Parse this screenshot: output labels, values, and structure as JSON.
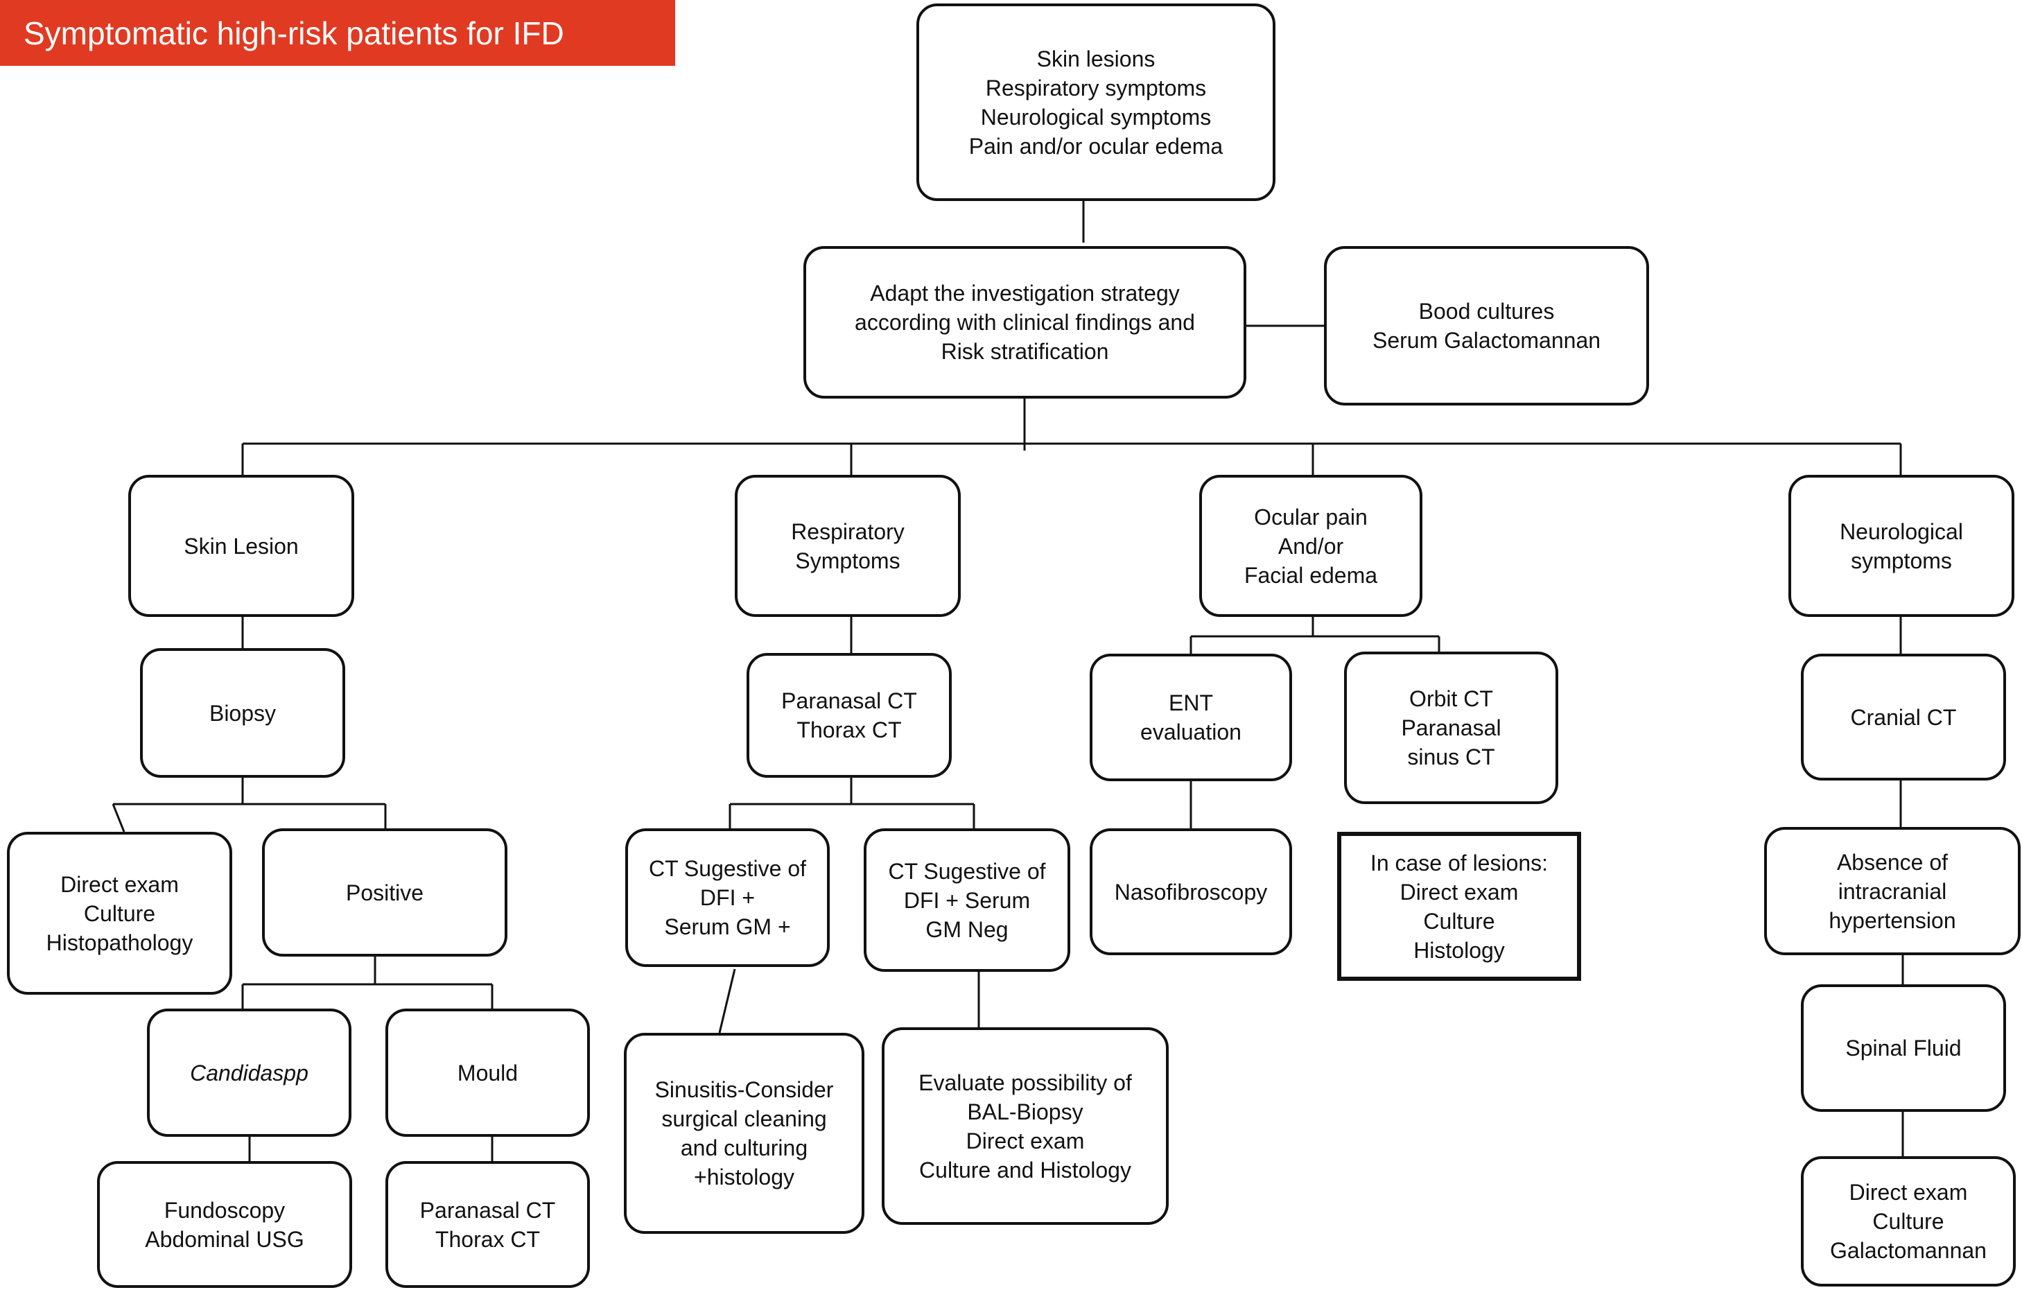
{
  "banner": {
    "title": "Symptomatic high-risk patients for IFD",
    "color": "#e03a22"
  },
  "nodes": {
    "symptoms": "Skin lesions\nRespiratory symptoms\nNeurological symptoms\nPain and/or ocular edema",
    "adapt": "Adapt the investigation strategy\naccording with clinical findings and\nRisk stratification",
    "blood": "Bood cultures\nSerum Galactomannan",
    "skin_lesion": "Skin Lesion",
    "respiratory": "Respiratory\nSymptoms",
    "ocular": "Ocular pain\nAnd/or\nFacial edema",
    "neuro": "Neurological\nsymptoms",
    "biopsy": "Biopsy",
    "direct_exam_skin": "Direct exam\nCulture\nHistopathology",
    "positive": "Positive",
    "candida": "Candidaspp",
    "mould": "Mould",
    "fundoscopy": "Fundoscopy\nAbdominal USG",
    "paranasal_thorax_skin": "Paranasal CT\nThorax CT",
    "paranasal_thorax_resp": "Paranasal CT\nThorax CT",
    "ct_gm_pos": "CT Sugestive of\nDFI +\nSerum GM +",
    "ct_gm_neg": "CT Sugestive of\nDFI + Serum\nGM Neg",
    "sinusitis": "Sinusitis-Consider\nsurgical cleaning\nand culturing\n+histology",
    "bal": "Evaluate possibility of\nBAL-Biopsy\nDirect exam\nCulture and Histology",
    "ent": "ENT\nevaluation",
    "orbit": "Orbit CT\nParanasal\nsinus CT",
    "nasofibroscopy": "Nasofibroscopy",
    "lesions": "In case of lesions:\nDirect exam\nCulture\nHistology",
    "cranial": "Cranial CT",
    "absence": "Absence of\nintracranial\nhypertension",
    "spinal": "Spinal Fluid",
    "direct_exam_neuro": "Direct exam\nCulture\nGalactomannan"
  }
}
